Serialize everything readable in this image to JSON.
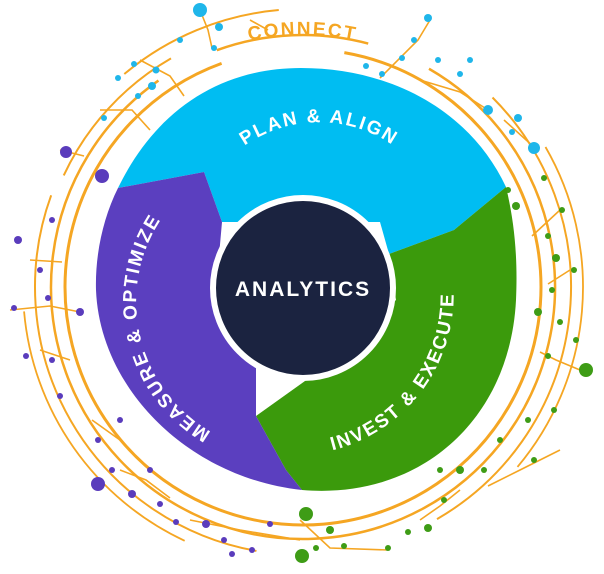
{
  "ring": {
    "label": "CONNECT"
  },
  "center": {
    "label": "ANALYTICS"
  },
  "segments": [
    {
      "key": "plan",
      "label": "PLAN & ALIGN"
    },
    {
      "key": "invest",
      "label": "INVEST & EXECUTE"
    },
    {
      "key": "measure",
      "label": "MEASURE & OPTIMIZE"
    }
  ],
  "colors": {
    "plan": "#00bdf2",
    "invest": "#3b9a0c",
    "measure": "#5b3fbf",
    "center": "#1b2340",
    "ring": "#f5a623",
    "dots_blue": "#1fb6ea",
    "dots_green": "#3e9c16",
    "dots_purple": "#5a3cbc"
  }
}
